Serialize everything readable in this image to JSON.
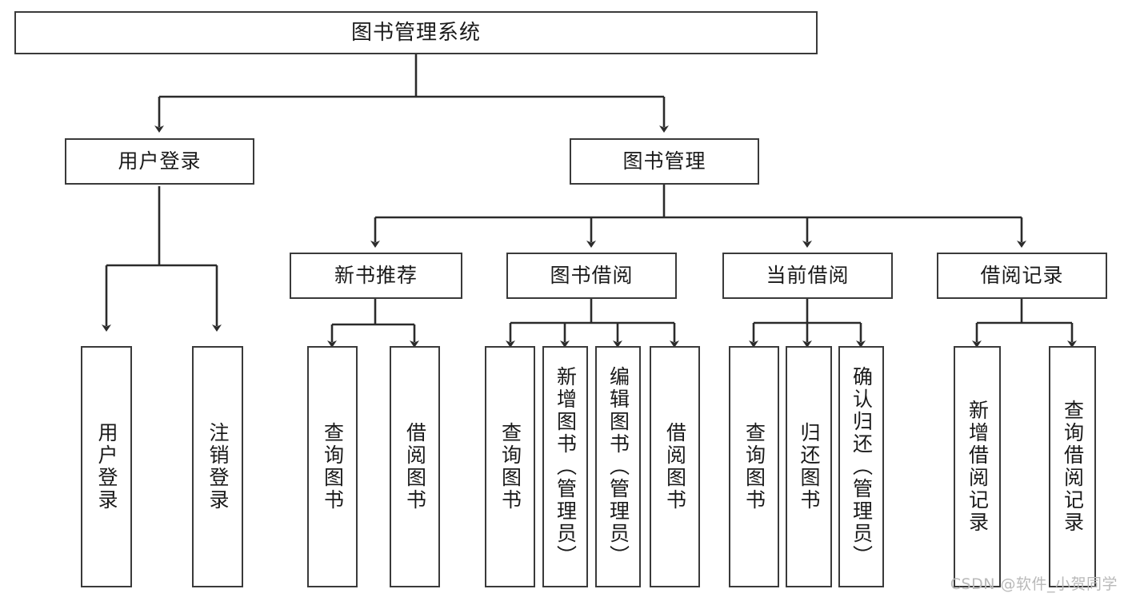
{
  "diagram": {
    "title": "图书管理系统",
    "type": "tree-hierarchy-chart",
    "watermark": "CSDN @软件_小贺同学",
    "colors": {
      "background": "#ffffff",
      "node_border": "#3a3a3a",
      "node_fill": "#ffffff",
      "edge": "#2b2b2b",
      "text": "#1a1a1a",
      "watermark": "#b9b9b9"
    },
    "root": {
      "label": "图书管理系统"
    },
    "level2": [
      {
        "label": "用户登录"
      },
      {
        "label": "图书管理"
      }
    ],
    "level3": [
      {
        "label": "新书推荐"
      },
      {
        "label": "图书借阅"
      },
      {
        "label": "当前借阅"
      },
      {
        "label": "借阅记录"
      }
    ],
    "leaves": {
      "user_login": [
        {
          "label": "用户登录"
        },
        {
          "label": "注销登录"
        }
      ],
      "new_book_recommend": [
        {
          "label": "查询图书"
        },
        {
          "label": "借阅图书"
        }
      ],
      "book_borrow": [
        {
          "label": "查询图书"
        },
        {
          "label": "新增图书（管理员）"
        },
        {
          "label": "编辑图书（管理员）"
        },
        {
          "label": "借阅图书"
        }
      ],
      "current_borrow": [
        {
          "label": "查询图书"
        },
        {
          "label": "归还图书"
        },
        {
          "label": "确认归还（管理员）"
        }
      ],
      "borrow_record": [
        {
          "label": "新增借阅记录"
        },
        {
          "label": "查询借阅记录"
        }
      ]
    }
  }
}
